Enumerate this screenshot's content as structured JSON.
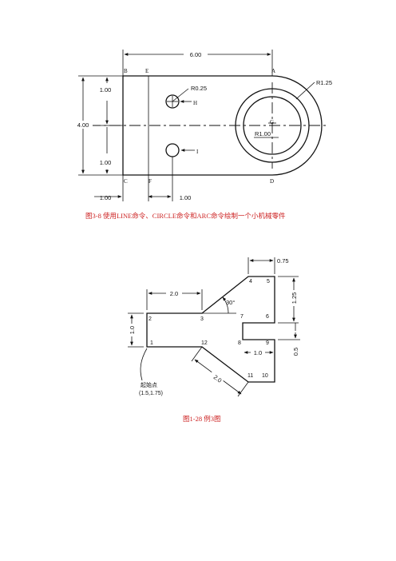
{
  "figure1": {
    "dims": {
      "width": "6.00",
      "height": "4.00",
      "top_offset": "1.00",
      "bottom_offset": "1.00",
      "left_offset": "1.00",
      "right_offset": "1.00",
      "small_radius": "R0.25",
      "outer_radius": "R1.25",
      "inner_radius": "R1.00"
    },
    "points": {
      "B": "B",
      "E": "E",
      "A": "A",
      "C": "C",
      "F": "F",
      "D": "D",
      "G": "G",
      "H": "H",
      "I": "I"
    },
    "caption": "图3-8  使用LINE命令、CIRCLE命令和ARC命令绘制一个小机械零件"
  },
  "figure2": {
    "dims": {
      "top_right": "0.75",
      "width_left": "2.0",
      "height_left": "1.0",
      "height_right": "1.25",
      "angle": "30°",
      "width_notch": "1.0",
      "height_notch": "0.5",
      "slant": "2.0"
    },
    "points": [
      "1",
      "2",
      "3",
      "4",
      "5",
      "6",
      "7",
      "8",
      "9",
      "10",
      "11",
      "12"
    ],
    "start_label": "起始点",
    "start_coords": "(1.5,1.75)",
    "caption": "图1-28  例3图"
  }
}
